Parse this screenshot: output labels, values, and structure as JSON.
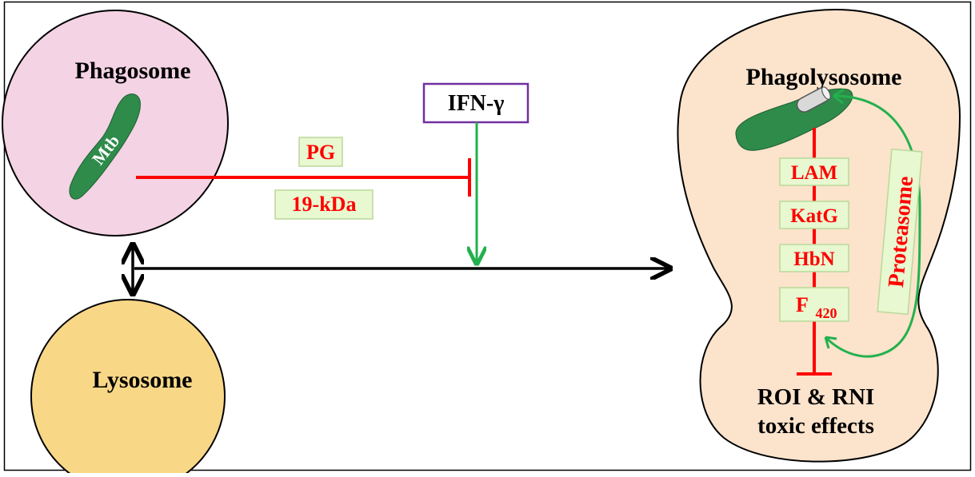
{
  "compartments": {
    "phagosome": "Phagosome",
    "lysosome": "Lysosome",
    "phagolysosome": "Phagolysosome"
  },
  "pathogen": "Mtb",
  "cytokine": "IFN-γ",
  "inhibitors": [
    "PG",
    "19-kDa"
  ],
  "defense_factors": {
    "lam": "LAM",
    "katg": "KatG",
    "hbn": "HbN",
    "f420_base": "F",
    "f420_sub": "420"
  },
  "proteasome": "Proteasome",
  "effects": {
    "line1": "ROI & RNI",
    "line2": "toxic effects"
  },
  "colors": {
    "phagosome_fill": "#f3d3e4",
    "lysosome_fill": "#f8d787",
    "phagolysosome_fill": "#fbe3cc",
    "bacterium": "#2e8b4a",
    "inhibit": "#ff0000",
    "activate": "#22b14c",
    "label_box": "#e8f8d0",
    "ifn_border": "#7030a0"
  }
}
